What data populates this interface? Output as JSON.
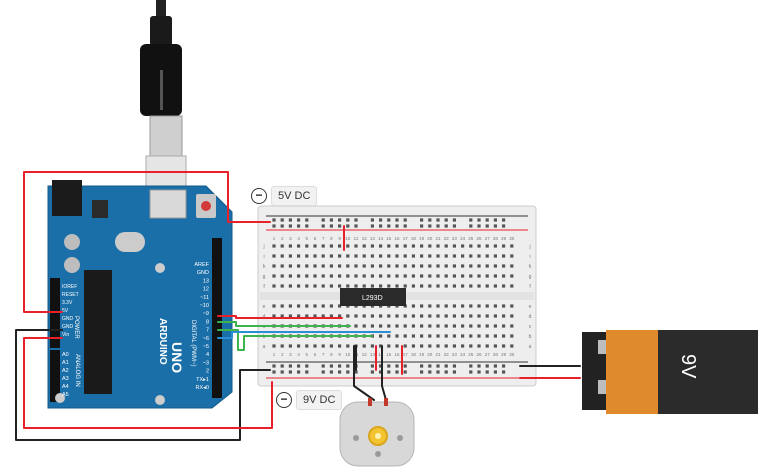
{
  "arduino": {
    "logo": "ARDUINO",
    "model": "UNO",
    "digital_label": "DIGITAL (PWM~)",
    "power_label": "POWER",
    "analog_label": "ANALOG IN",
    "digital_pins": [
      "AREF",
      "GND",
      "13",
      "12",
      "~11",
      "~10",
      "~9",
      "8",
      "7",
      "~6",
      "~5",
      "4",
      "~3",
      "2",
      "TX▸1",
      "RX◂0"
    ],
    "power_pins": [
      "IOREF",
      "RESET",
      "3.3V",
      "5V",
      "GND",
      "GND",
      "Vin"
    ],
    "analog_pins": [
      "A0",
      "A1",
      "A2",
      "A3",
      "A4",
      "A5"
    ]
  },
  "breadboard": {
    "columns": [
      "1",
      "2",
      "3",
      "4",
      "5",
      "6",
      "7",
      "8",
      "9",
      "10",
      "11",
      "12",
      "13",
      "14",
      "15",
      "16",
      "17",
      "18",
      "19",
      "20",
      "21",
      "22",
      "23",
      "24",
      "25",
      "26",
      "27",
      "28",
      "29",
      "30"
    ],
    "rows_top": [
      "j",
      "i",
      "h",
      "g",
      "f"
    ],
    "rows_bottom": [
      "e",
      "d",
      "c",
      "b",
      "a"
    ],
    "chip_label": "L293D"
  },
  "battery": {
    "label": "9V"
  },
  "tooltips": {
    "top": {
      "text": "5V DC"
    },
    "bottom": {
      "text": "9V DC"
    }
  },
  "colors": {
    "board": "#1b6fa8",
    "red_wire": "#e8202a",
    "green_wire": "#3cb44b",
    "blue_wire": "#2b8fd6",
    "black_wire": "#222222",
    "battery": "#e08a2e"
  }
}
